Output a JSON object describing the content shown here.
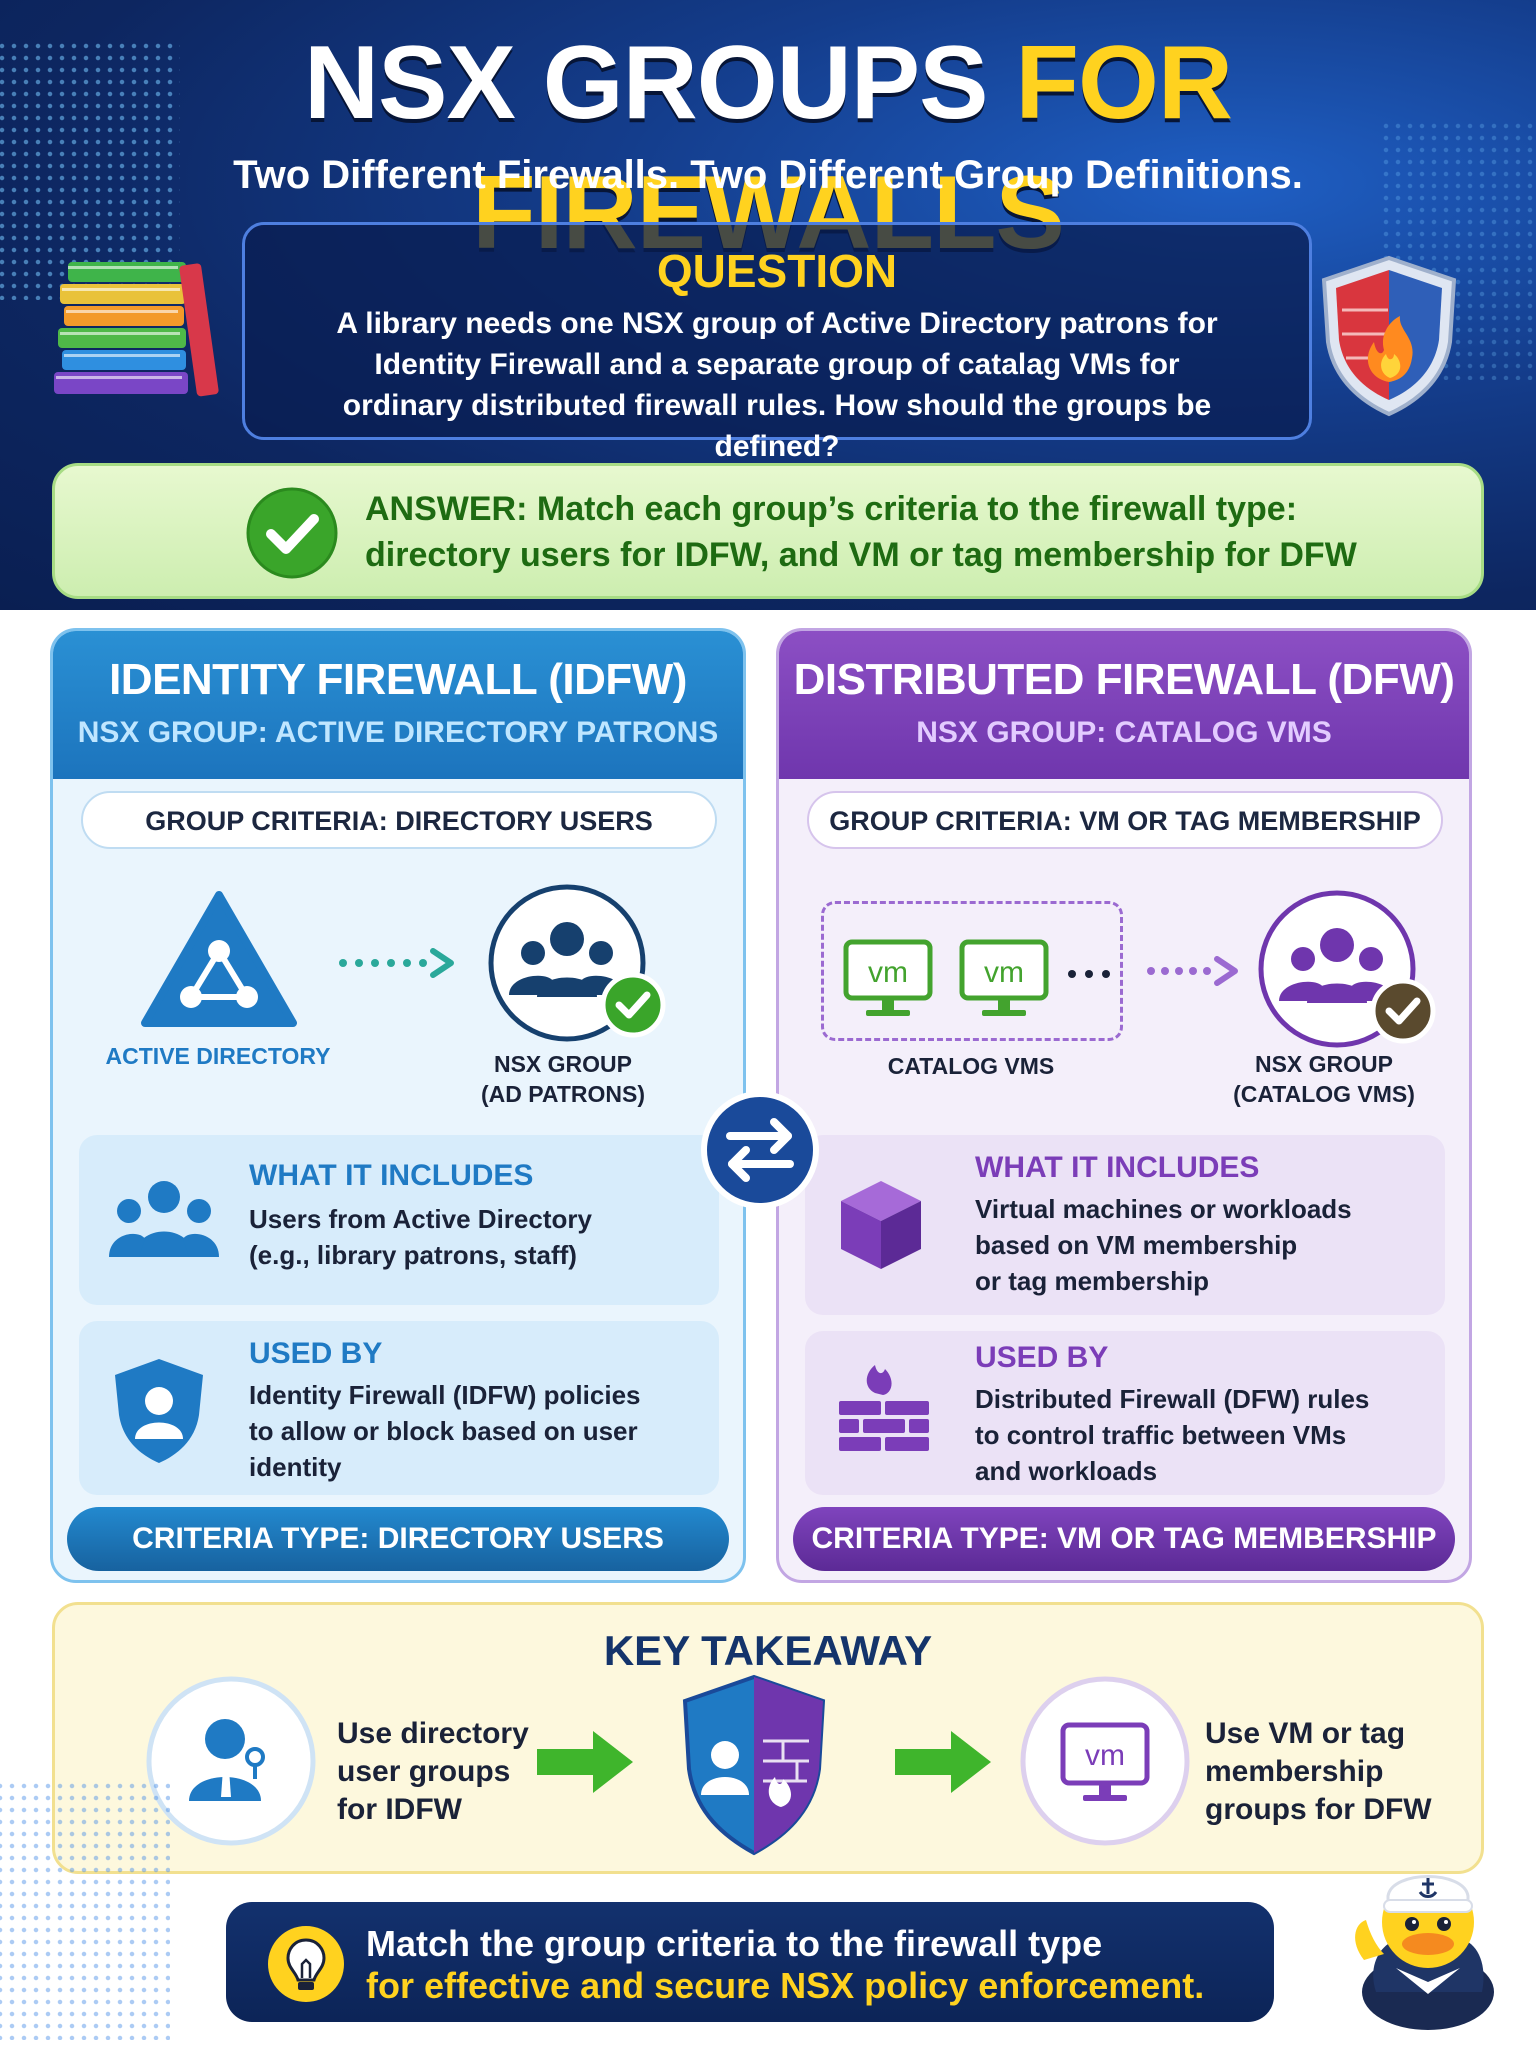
{
  "header": {
    "title_part1": "NSX GROUPS",
    "title_part2": "FOR FIREWALLS",
    "subtitle": "Two Different Firewalls. Two Different Group Definitions.",
    "question_label": "QUESTION",
    "question_line1": "A library needs one NSX group of Active Directory patrons for",
    "question_line2": "Identity Firewall and a separate group of catalag VMs for",
    "question_line3": "ordinary distributed firewall rules. How should the groups be defined?"
  },
  "answer": {
    "line1": "ANSWER: Match each group’s criteria to the firewall type:",
    "line2": "directory users for IDFW, and VM or tag membership for DFW"
  },
  "idfw": {
    "title": "IDENTITY FIREWALL (IDFW)",
    "subtitle": "NSX GROUP: ACTIVE DIRECTORY PATRONS",
    "criteria": "GROUP CRITERIA: DIRECTORY USERS",
    "source_label": "ACTIVE DIRECTORY",
    "group_label_line1": "NSX GROUP",
    "group_label_line2": "(AD PATRONS)",
    "includes_title": "WHAT IT INCLUDES",
    "includes_line1": "Users from Active Directory",
    "includes_line2": "(e.g., library patrons, staff)",
    "used_title": "USED BY",
    "used_line1": "Identity Firewall (IDFW) policies",
    "used_line2": "to allow or block based on user",
    "used_line3": "identity",
    "criteria_type": "CRITERIA TYPE: DIRECTORY USERS"
  },
  "dfw": {
    "title": "DISTRIBUTED FIREWALL (DFW)",
    "subtitle": "NSX GROUP: CATALOG VMS",
    "criteria": "GROUP CRITERIA: VM OR TAG MEMBERSHIP",
    "vm_text": "vm",
    "source_label": "CATALOG VMS",
    "group_label_line1": "NSX GROUP",
    "group_label_line2": "(CATALOG VMS)",
    "includes_title": "WHAT IT INCLUDES",
    "includes_line1": "Virtual machines or workloads",
    "includes_line2": "based on VM membership",
    "includes_line3": "or tag membership",
    "used_title": "USED BY",
    "used_line1": "Distributed Firewall (DFW) rules",
    "used_line2": "to control traffic between VMs",
    "used_line3": "and workloads",
    "criteria_type": "CRITERIA TYPE: VM OR TAG MEMBERSHIP"
  },
  "takeaway": {
    "title": "KEY TAKEAWAY",
    "left_line1": "Use directory",
    "left_line2": "user groups",
    "left_line3": "for IDFW",
    "vm_text": "vm",
    "right_line1": "Use VM or tag",
    "right_line2": "membership",
    "right_line3": "groups for DFW"
  },
  "footer": {
    "line1": "Match the group criteria to the firewall type",
    "line2": "for effective and secure NSX policy enforcement."
  },
  "colors": {
    "header_navy": "#0d2660",
    "title_yellow": "#ffd21f",
    "idfw_blue": "#1f7ac4",
    "dfw_purple": "#7b3db8",
    "check_green": "#3aa52a",
    "arrow_green": "#3fb52c",
    "takeaway_bg": "#fdf8dd"
  },
  "icons": {
    "books": "books-stack-icon",
    "shield_fire": "shield-fire-icon",
    "check": "check-circle-icon",
    "active_directory": "active-directory-triangle-icon",
    "users": "users-group-icon",
    "swap": "swap-arrows-icon",
    "cube": "cube-icon",
    "firewall": "brick-wall-fire-icon",
    "user_shield": "user-shield-icon",
    "bulb": "lightbulb-icon",
    "duck": "sailor-duck-mascot"
  }
}
